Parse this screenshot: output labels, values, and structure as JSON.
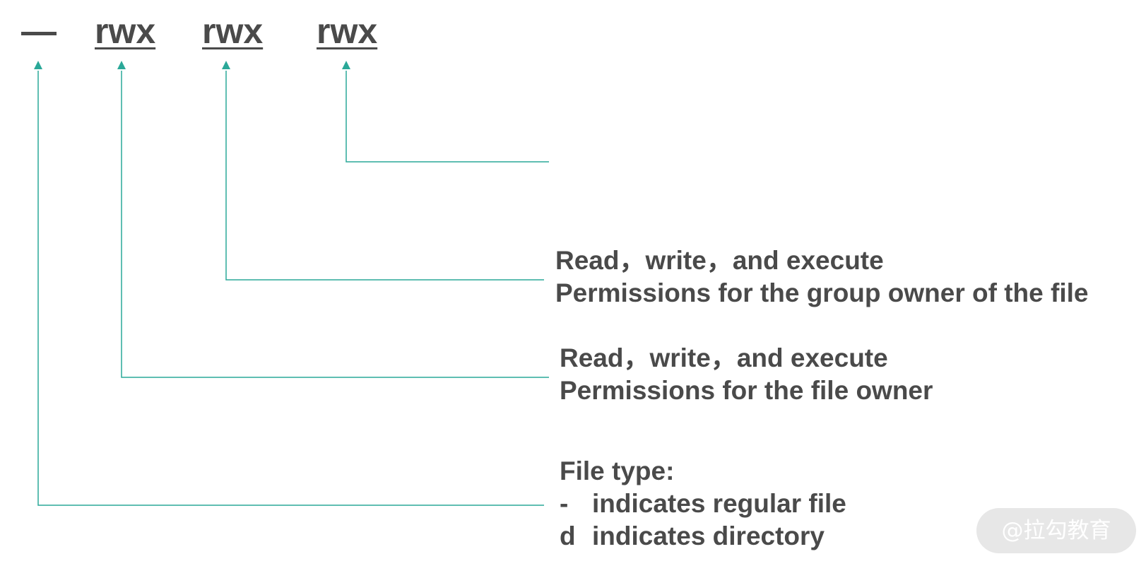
{
  "symbols": {
    "type": "—",
    "owner": "rwx",
    "group": "rwx",
    "other": "rwx"
  },
  "descriptions": {
    "group": {
      "line1": "Read，write，and execute",
      "line2": "Permissions for the group owner of the file"
    },
    "owner": {
      "line1": "Read，write，and execute",
      "line2": "Permissions for the file owner"
    },
    "type": {
      "line1": "File type:",
      "line2_prefix": "-",
      "line2_text": "indicates regular file",
      "line3_prefix": "d",
      "line3_text": "indicates directory"
    }
  },
  "watermark": "@拉勾教育",
  "colors": {
    "text": "#4a4a4a",
    "connector": "#2aa898"
  }
}
